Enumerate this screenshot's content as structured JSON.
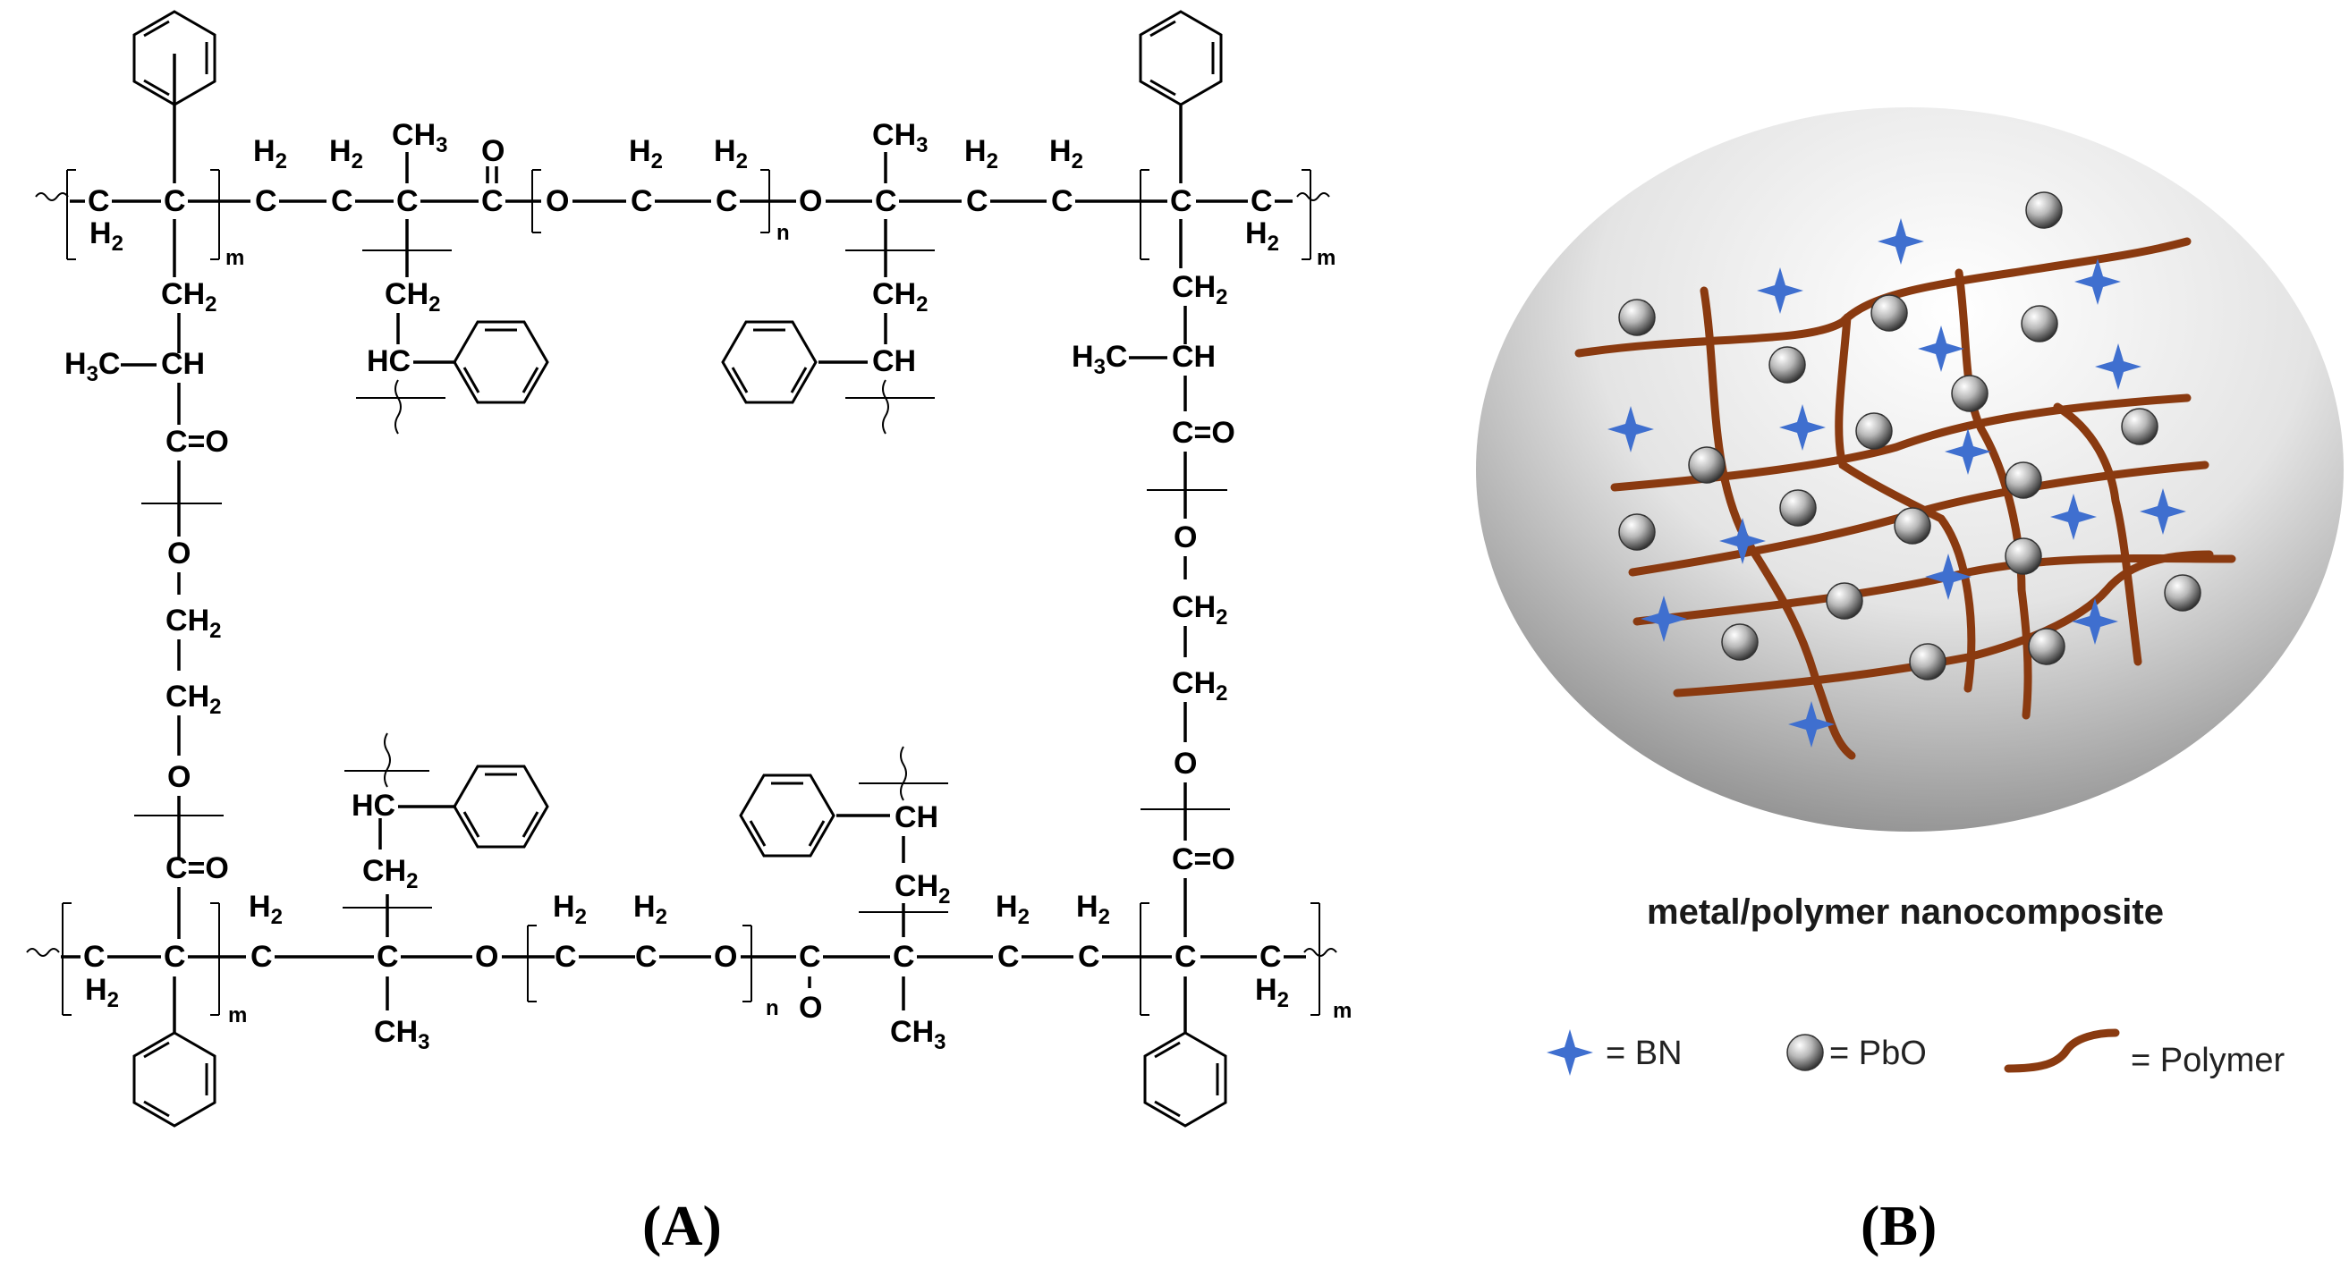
{
  "panel_a": {
    "label": "(A)",
    "atoms": {
      "c": "C",
      "ch": "CH",
      "hc": "HC",
      "o": "O",
      "h2": "H2",
      "ch2": "CH2",
      "ch3": "CH3",
      "h3c": "H3C",
      "c_eq_o": "C=O",
      "sub_m": "m",
      "sub_n": "n"
    }
  },
  "panel_b": {
    "label": "(B)",
    "caption": "metal/polymer nanocomposite",
    "legend": [
      {
        "symbol": "star-icon",
        "text": "= BN"
      },
      {
        "symbol": "sphere-icon",
        "text": "= PbO"
      },
      {
        "symbol": "polymer-curve-icon",
        "text": "= Polymer"
      }
    ],
    "colors": {
      "bn": "#3f6fcf",
      "pbo": "#8a8a8a",
      "polymer": "#8a3a10"
    }
  }
}
